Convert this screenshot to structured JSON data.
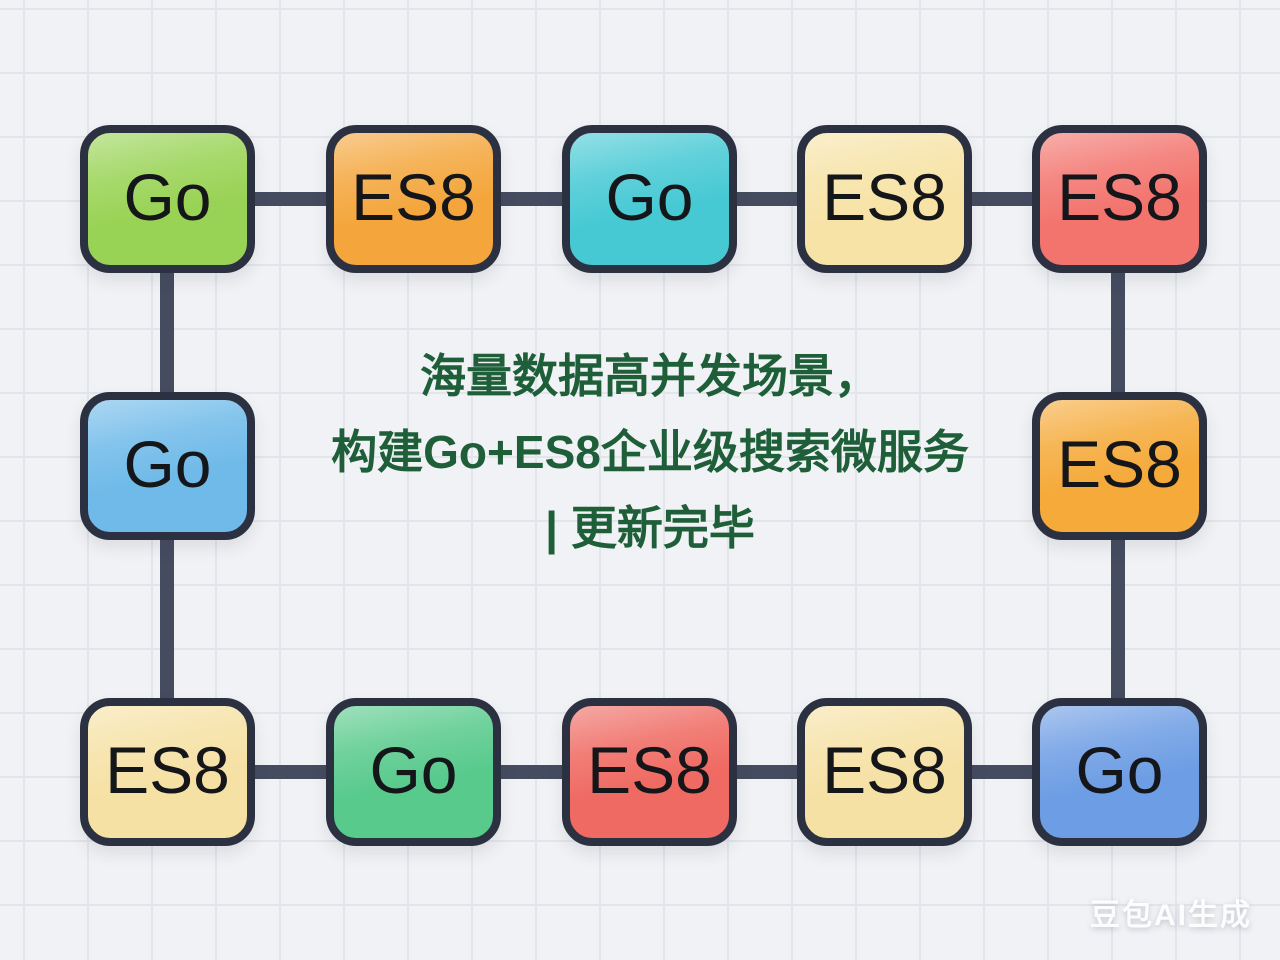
{
  "theme": {
    "background": "#f1f2f5",
    "grid_line": "#e2e5ea",
    "node_border": "#2c3142",
    "connector": "#454c60",
    "node_text": "#15161a",
    "caption_color": "#1e5f3a",
    "watermark_color": "#ffffff"
  },
  "caption": {
    "line1": "海量数据高并发场景，",
    "line2": "构建Go+ES8企业级搜索微服务",
    "line3": "| 更新完毕"
  },
  "watermark": "豆包AI生成",
  "nodes": [
    {
      "id": "top-1",
      "label": "Go",
      "color": "#99d355"
    },
    {
      "id": "top-2",
      "label": "ES8",
      "color": "#f4a63c"
    },
    {
      "id": "top-3",
      "label": "Go",
      "color": "#47c9d4"
    },
    {
      "id": "top-4",
      "label": "ES8",
      "color": "#f7e3a6"
    },
    {
      "id": "top-5",
      "label": "ES8",
      "color": "#f3736d"
    },
    {
      "id": "mid-left",
      "label": "Go",
      "color": "#6fbae9"
    },
    {
      "id": "mid-right",
      "label": "ES8",
      "color": "#f5aa3a"
    },
    {
      "id": "bottom-1",
      "label": "ES8",
      "color": "#f6e1a4"
    },
    {
      "id": "bottom-2",
      "label": "Go",
      "color": "#58ca8c"
    },
    {
      "id": "bottom-3",
      "label": "ES8",
      "color": "#ef6a62"
    },
    {
      "id": "bottom-4",
      "label": "ES8",
      "color": "#f6e1a4"
    },
    {
      "id": "bottom-5",
      "label": "Go",
      "color": "#6d9de4"
    }
  ]
}
